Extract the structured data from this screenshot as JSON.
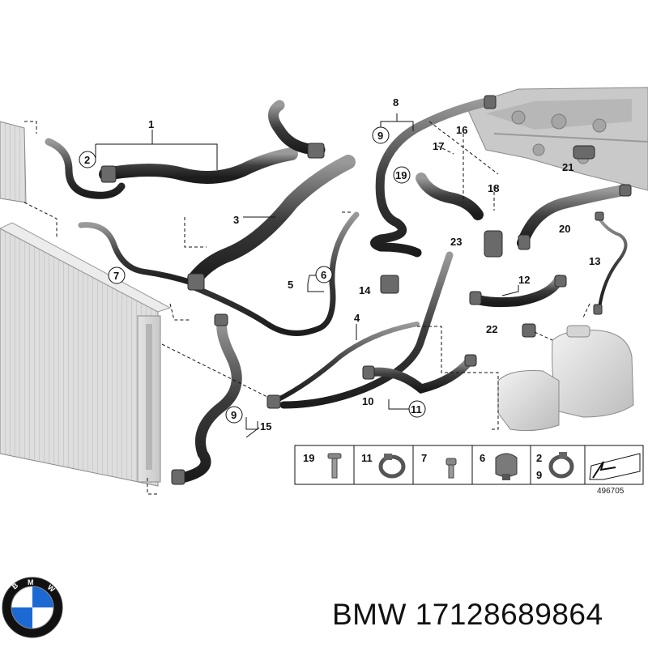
{
  "diagram": {
    "reference_number": "496705",
    "callouts": [
      {
        "id": "c1",
        "label": "1"
      },
      {
        "id": "c2",
        "label": "2"
      },
      {
        "id": "c3",
        "label": "3"
      },
      {
        "id": "c4",
        "label": "4"
      },
      {
        "id": "c5",
        "label": "5"
      },
      {
        "id": "c6",
        "label": "6"
      },
      {
        "id": "c7",
        "label": "7"
      },
      {
        "id": "c8",
        "label": "8"
      },
      {
        "id": "c9a",
        "label": "9"
      },
      {
        "id": "c9b",
        "label": "9"
      },
      {
        "id": "c10",
        "label": "10"
      },
      {
        "id": "c11",
        "label": "11"
      },
      {
        "id": "c12",
        "label": "12"
      },
      {
        "id": "c13",
        "label": "13"
      },
      {
        "id": "c14",
        "label": "14"
      },
      {
        "id": "c15",
        "label": "15"
      },
      {
        "id": "c16",
        "label": "16"
      },
      {
        "id": "c17",
        "label": "17"
      },
      {
        "id": "c18",
        "label": "18"
      },
      {
        "id": "c19",
        "label": "19"
      },
      {
        "id": "c20",
        "label": "20"
      },
      {
        "id": "c21",
        "label": "21"
      },
      {
        "id": "c22",
        "label": "22"
      },
      {
        "id": "c23",
        "label": "23"
      }
    ],
    "legend": [
      {
        "label": "19",
        "part": "bolt"
      },
      {
        "label": "11",
        "part": "hose-clamp"
      },
      {
        "label": "7",
        "part": "screw"
      },
      {
        "label": "6",
        "part": "clip"
      },
      {
        "label": "2\n9",
        "label_top": "2",
        "label_bottom": "9",
        "part": "clamp"
      },
      {
        "label": "",
        "part": "arrow"
      }
    ]
  },
  "footer": {
    "brand_text": "BMW",
    "part_number": "17128689864",
    "title": "BMW 17128689864",
    "logo_letters": "BMW",
    "logo_colors": {
      "blue": "#1c69d4",
      "white": "#ffffff",
      "ring": "#111111"
    }
  }
}
